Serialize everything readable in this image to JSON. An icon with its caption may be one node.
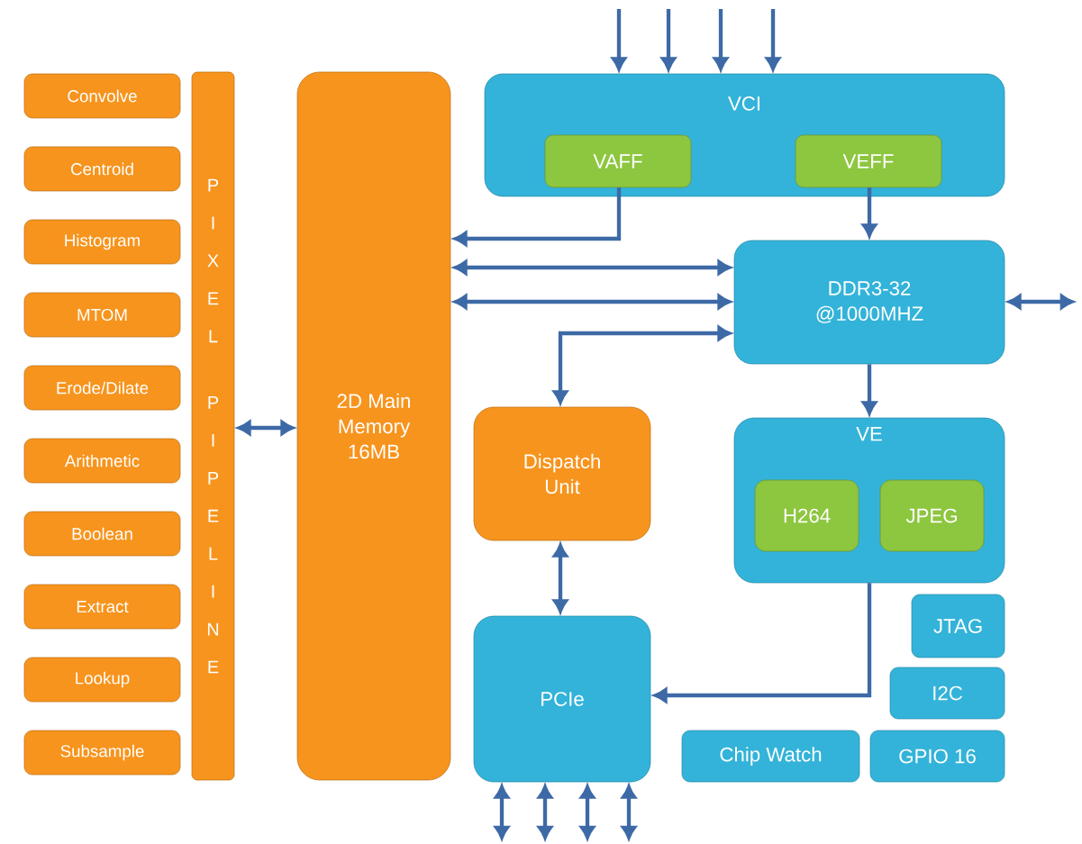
{
  "diagram": {
    "nodes": [
      {
        "text": [
          "Convolve"
        ]
      },
      {
        "text": [
          "Centroid"
        ]
      },
      {
        "text": [
          "Histogram"
        ]
      },
      {
        "text": [
          "MTOM"
        ]
      },
      {
        "text": [
          "Erode/Dilate"
        ]
      },
      {
        "text": [
          "Arithmetic"
        ]
      },
      {
        "text": [
          "Boolean"
        ]
      },
      {
        "text": [
          "Extract"
        ]
      },
      {
        "text": [
          "Lookup"
        ]
      },
      {
        "text": [
          "Subsample"
        ]
      },
      {
        "text": [
          "P I X E L",
          "P I P E L I N E"
        ]
      },
      {
        "text": [
          "2D Main Memory 16MB"
        ]
      },
      {
        "text": [
          "VCI"
        ]
      },
      {
        "text": [
          "VAFF"
        ],
        "in": 12
      },
      {
        "text": [
          "VEFF"
        ],
        "in": 12
      },
      {
        "text": [
          "DDR3-32 @1000MHZ"
        ]
      },
      {
        "text": [
          "Dispatch Unit"
        ]
      },
      {
        "text": [
          "VE"
        ]
      },
      {
        "text": [
          "H264"
        ],
        "in": 17
      },
      {
        "text": [
          "JPEG"
        ],
        "in": 17
      },
      {
        "text": [
          "PCIe"
        ]
      },
      {
        "text": [
          "JTAG"
        ]
      },
      {
        "text": [
          "I2C"
        ]
      },
      {
        "text": [
          "Chip Watch"
        ]
      },
      {
        "text": [
          "GPIO 16"
        ]
      }
    ],
    "edges": [
      {
        "from": 10,
        "to": 11,
        "arrow": "both"
      },
      {
        "from": null,
        "to": 12,
        "arrow": "to"
      },
      {
        "from": null,
        "to": 12,
        "arrow": "to"
      },
      {
        "from": null,
        "to": 12,
        "arrow": "to"
      },
      {
        "from": null,
        "to": 12,
        "arrow": "to"
      },
      {
        "from": 13,
        "to": 11,
        "arrow": "to"
      },
      {
        "from": 14,
        "to": 15,
        "arrow": "to"
      },
      {
        "from": 11,
        "to": 15,
        "arrow": "both"
      },
      {
        "from": 11,
        "to": 15,
        "arrow": "both"
      },
      {
        "from": 16,
        "to": 15,
        "arrow": "both"
      },
      {
        "from": 15,
        "to": null,
        "arrow": "both"
      },
      {
        "from": 15,
        "to": 17,
        "arrow": "to"
      },
      {
        "from": 16,
        "to": 20,
        "arrow": "both"
      },
      {
        "from": 17,
        "to": 20,
        "arrow": "to"
      },
      {
        "from": 20,
        "to": null,
        "arrow": "both"
      },
      {
        "from": 20,
        "to": null,
        "arrow": "both"
      },
      {
        "from": 20,
        "to": null,
        "arrow": "both"
      },
      {
        "from": 20,
        "to": null,
        "arrow": "both"
      }
    ]
  }
}
